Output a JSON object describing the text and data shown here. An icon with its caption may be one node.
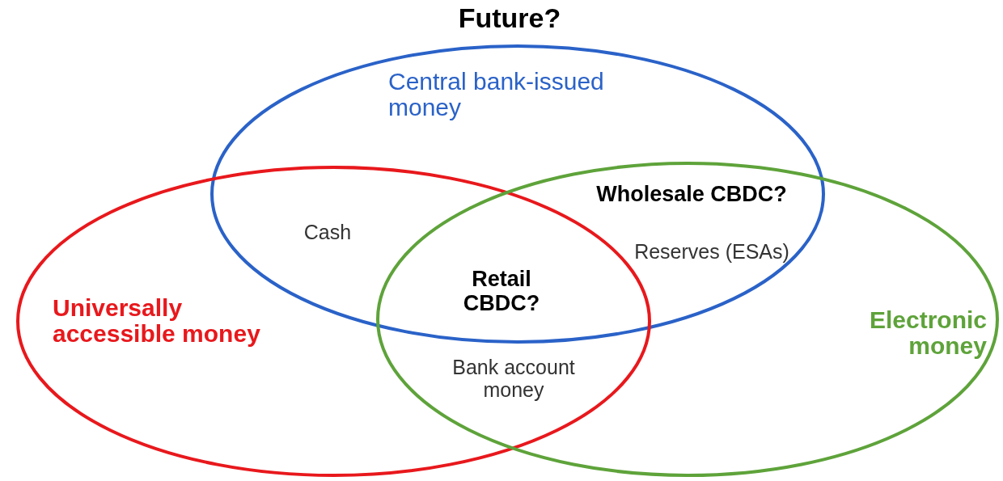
{
  "diagram": {
    "title": "Future?",
    "nodes": [
      {
        "text": [
          "Central bank-issued money"
        ]
      },
      {
        "text": [
          "Universally accessible money"
        ]
      },
      {
        "text": [
          "Electronic money"
        ]
      }
    ],
    "labels": [
      "Wholesale CBDC?",
      "Cash",
      "Reserves (ESAs)",
      "Retail CBDC?",
      "Bank account money"
    ]
  }
}
